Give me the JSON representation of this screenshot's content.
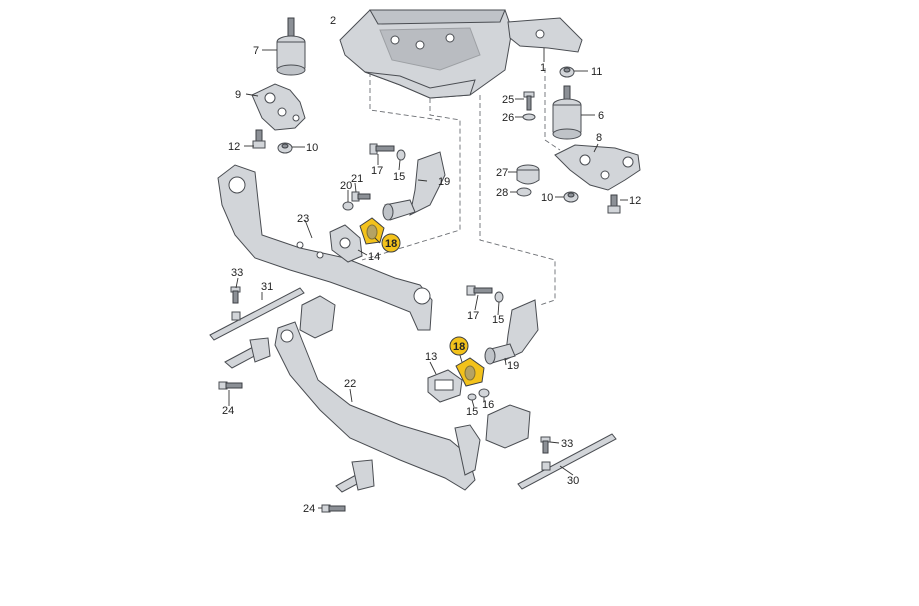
{
  "callouts": {
    "c1": "1",
    "c2": "2",
    "c6": "6",
    "c7": "7",
    "c8": "8",
    "c9": "9",
    "c10a": "10",
    "c10b": "10",
    "c11": "11",
    "c12a": "12",
    "c12b": "12",
    "c13": "13",
    "c14": "14",
    "c15a": "15",
    "c15b": "15",
    "c15c": "15",
    "c16": "16",
    "c17a": "17",
    "c17b": "17",
    "c18a": "18",
    "c18b": "18",
    "c19a": "19",
    "c19b": "19",
    "c20": "20",
    "c21": "21",
    "c22": "22",
    "c23": "23",
    "c24a": "24",
    "c24b": "24",
    "c25": "25",
    "c26": "26",
    "c27": "27",
    "c28": "28",
    "c30": "30",
    "c31": "31",
    "c33a": "33",
    "c33b": "33"
  },
  "colors": {
    "highlight": "#f3c21b",
    "part_fill": "#d2d5d9",
    "outline": "#4a4d52"
  }
}
